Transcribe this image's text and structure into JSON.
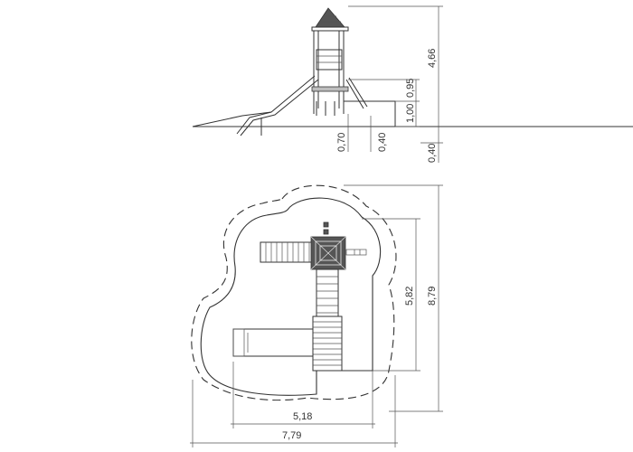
{
  "elevation_dimensions": {
    "total_height": "4,66",
    "platform_top": "0,95",
    "platform_height": "1,00",
    "slide_exit": "0,70",
    "ladder_foot": "0,40",
    "ground_depth": "0,40"
  },
  "plan_dimensions": {
    "inner_depth": "5,82",
    "outer_depth": "8,79",
    "inner_width": "5,18",
    "outer_width": "7,79"
  }
}
